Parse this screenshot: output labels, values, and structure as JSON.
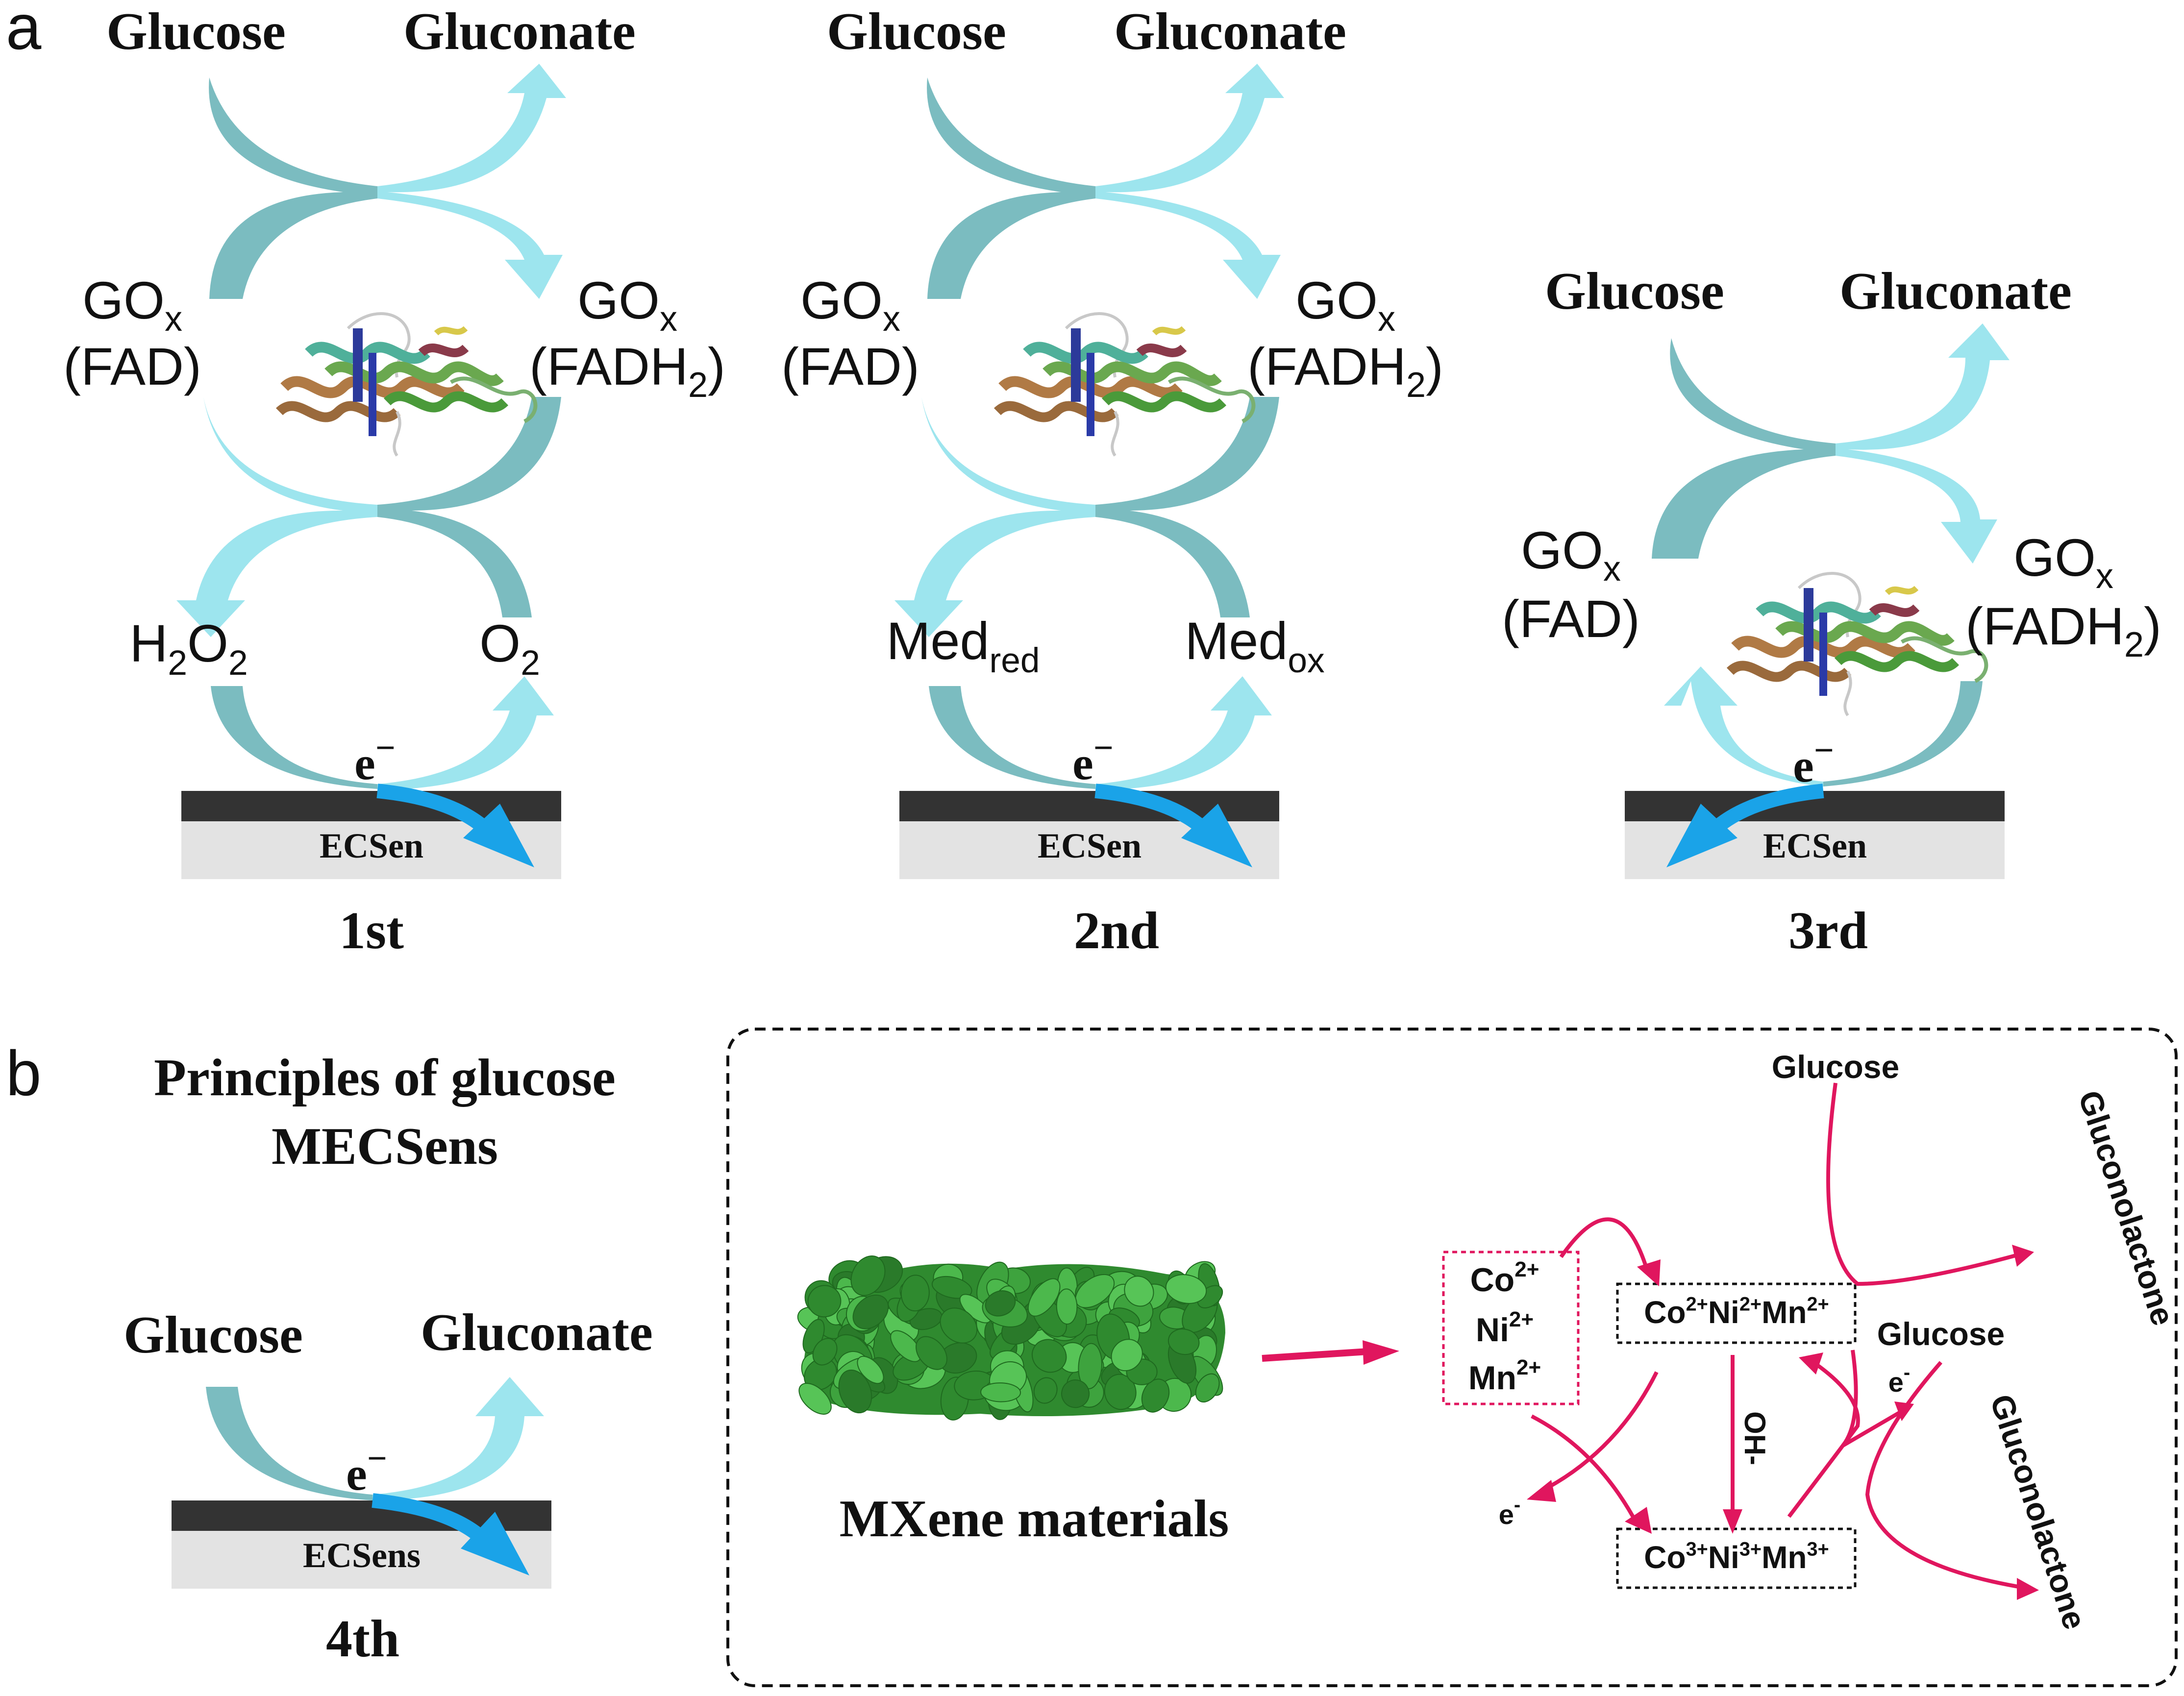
{
  "panel_a": {
    "label": "a",
    "steps": [
      {
        "substrate": "Glucose",
        "product": "Gluconate",
        "enz_ox": {
          "main": "GO",
          "sub": "x",
          "paren": "FAD"
        },
        "enz_red": {
          "main": "GO",
          "sub": "x",
          "paren_pre": "FADH",
          "paren_sub": "2"
        },
        "left_species": {
          "parts": [
            {
              "t": "H"
            },
            {
              "t": "2",
              "sub": true
            },
            {
              "t": "O"
            },
            {
              "t": "2",
              "sub": true
            }
          ]
        },
        "right_species": {
          "parts": [
            {
              "t": "O"
            },
            {
              "t": "2",
              "sub": true
            }
          ]
        },
        "electron": "e",
        "electron_sup": "−",
        "electrode": "ECSen",
        "generation": "1st"
      },
      {
        "substrate": "Glucose",
        "product": "Gluconate",
        "enz_ox": {
          "main": "GO",
          "sub": "x",
          "paren": "FAD"
        },
        "enz_red": {
          "main": "GO",
          "sub": "x",
          "paren_pre": "FADH",
          "paren_sub": "2"
        },
        "left_species": {
          "parts": [
            {
              "t": "Med"
            },
            {
              "t": "red",
              "sub": true
            }
          ]
        },
        "right_species": {
          "parts": [
            {
              "t": "Med"
            },
            {
              "t": "ox",
              "sub": true
            }
          ]
        },
        "electron": "e",
        "electron_sup": "−",
        "electrode": "ECSen",
        "generation": "2nd"
      },
      {
        "substrate": "Glucose",
        "product": "Gluconate",
        "enz_ox": {
          "main": "GO",
          "sub": "x",
          "paren": "FAD"
        },
        "enz_red": {
          "main": "GO",
          "sub": "x",
          "paren_pre": "FADH",
          "paren_sub": "2"
        },
        "electron": "e",
        "electron_sup": "−",
        "electrode": "ECSen",
        "generation": "3rd"
      }
    ]
  },
  "panel_b": {
    "label": "b",
    "title_line1": "Principles of glucose",
    "title_line2": "MECSens",
    "fourth": {
      "substrate": "Glucose",
      "product": "Gluconate",
      "electron": "e",
      "electron_sup": "−",
      "electrode": "ECSens",
      "generation": "4th"
    },
    "mxene_label": "MXene materials",
    "ions": {
      "co": "Co",
      "co_sup": "2+",
      "ni": "Ni",
      "ni_sup": "2+",
      "mn": "Mn",
      "mn_sup": "2+"
    },
    "box_mid": {
      "parts": [
        {
          "t": "Co"
        },
        {
          "t": "2+",
          "sup": true
        },
        {
          "t": "Ni"
        },
        {
          "t": "2+",
          "sup": true
        },
        {
          "t": "Mn"
        },
        {
          "t": "2+",
          "sup": true
        }
      ]
    },
    "box_bottom": {
      "parts": [
        {
          "t": "Co"
        },
        {
          "t": "3+",
          "sup": true
        },
        {
          "t": "Ni"
        },
        {
          "t": "3+",
          "sup": true
        },
        {
          "t": "Mn"
        },
        {
          "t": "3+",
          "sup": true
        }
      ]
    },
    "oh_label": "OH-",
    "glucose_1": "Glucose",
    "glucose_2": "Glucose",
    "gluconolactone_1": "Gluconolactone",
    "gluconolactone_2": "Gluconolactone",
    "e_minus": "e",
    "e_minus_sup": "-"
  },
  "colors": {
    "teal_dark": "#7bbcc0",
    "teal_light": "#9de5ee",
    "electron_blue": "#1aa3e8",
    "electrode_dark": "#333333",
    "electrode_light": "#e3e3e3",
    "magenta": "#e0165e",
    "mxene_green": "#3c9c3c"
  },
  "icons": [
    "protein-ribbon-icon",
    "mxene-nanosheets-icon"
  ]
}
